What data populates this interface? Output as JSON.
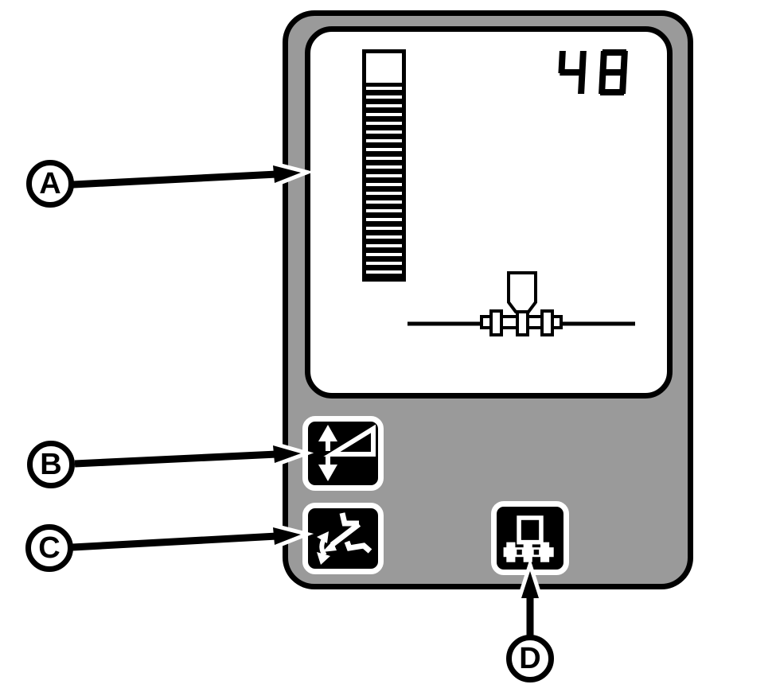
{
  "display": {
    "value": "48",
    "gauge": {
      "filled_percent": 85,
      "empty_top_percent": 15,
      "segment_count": 22,
      "style": "striped-vertical-bar"
    },
    "implement_icon": "row-unit-on-toolbar-icon"
  },
  "buttons": {
    "b": {
      "icon": "height-adjustment-icon"
    },
    "c": {
      "icon": "lowering-rate-icon"
    },
    "d": {
      "icon": "row-unit-toolbar-icon"
    }
  },
  "callouts": {
    "a": "A",
    "b": "B",
    "c": "C",
    "d": "D"
  },
  "colors": {
    "panel": "#9a9a9a",
    "display_bg": "#ffffff",
    "button_bg": "#000000",
    "line": "#000000"
  }
}
